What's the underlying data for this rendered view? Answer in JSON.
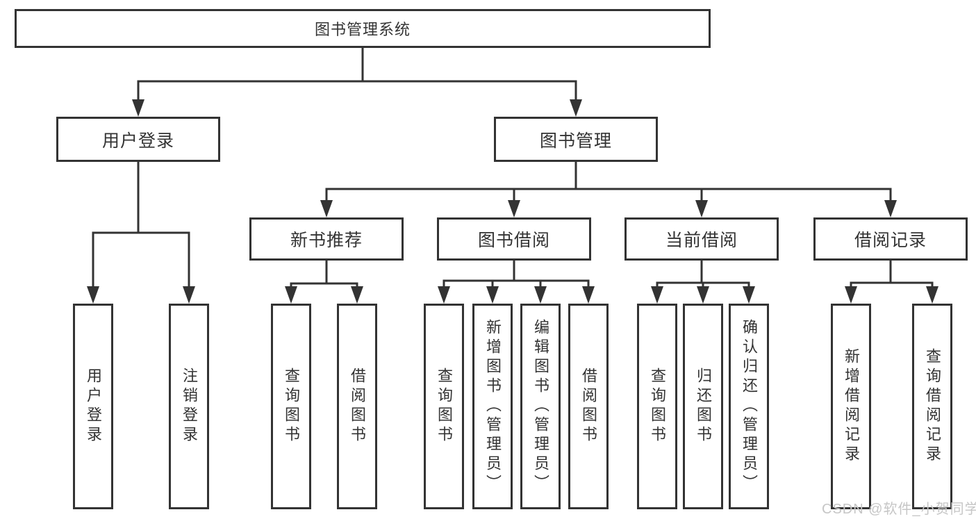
{
  "tree": {
    "label": "图书管理系统",
    "children": [
      {
        "label": "用户登录",
        "children": [
          {
            "label": "用户登录"
          },
          {
            "label": "注销登录"
          }
        ]
      },
      {
        "label": "图书管理",
        "children": [
          {
            "label": "新书推荐",
            "children": [
              {
                "label": "查询图书"
              },
              {
                "label": "借阅图书"
              }
            ]
          },
          {
            "label": "图书借阅",
            "children": [
              {
                "label": "查询图书"
              },
              {
                "label": "新增图书（管理员）"
              },
              {
                "label": "编辑图书（管理员）"
              },
              {
                "label": "借阅图书"
              }
            ]
          },
          {
            "label": "当前借阅",
            "children": [
              {
                "label": "查询图书"
              },
              {
                "label": "归还图书"
              },
              {
                "label": "确认归还（管理员）"
              }
            ]
          },
          {
            "label": "借阅记录",
            "children": [
              {
                "label": "新增借阅记录"
              },
              {
                "label": "查询借阅记录"
              }
            ]
          }
        ]
      }
    ]
  },
  "watermark": {
    "text": "CSDN @软件_小贺同学"
  },
  "colors": {
    "line": "#333333",
    "box_border": "#333333",
    "text": "#333333",
    "watermark": "#c6c6c6",
    "background": "#ffffff"
  }
}
